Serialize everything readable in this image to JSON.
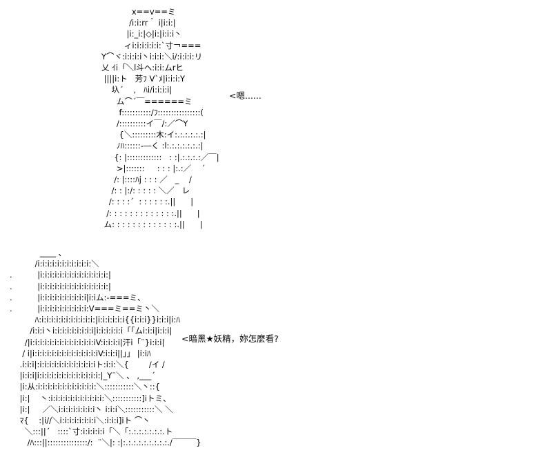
{
  "top_figure": {
    "lines": [
      "               x==v==ミ",
      "              /i:i:rr＾ i|i:i:|",
      "             |i:_i:|◇|i:|i:i:i丶",
      "            ィi:i:i:i:i:i:`寸￢===",
      "   Y⌒ヾ:i:i:i:i丶i:i:i:＼i/:i:i:i:リ",
      "   乂 ｲi「＼l斗ヘ:i:i:ムrヒ",
      "    ||||i:ト   芳ﾌ V`ﾒ|i:i:i:Y",
      "       圦´    ,   ﾊi/i:i:i:i|",
      "         ム⌒´￣======ミ",
      "          f:::::::::::/ﾌ::::::::::::::::(",
      "         /::::::::::イ￣/:／⌒Υ",
      "          {＼:::::::::木:イ:.:.:.:.:.:|",
      "         ﾉﾊ::::::-―く :l:.:.:.:.:.:.:|",
      "        {: |:::::::::::::   : :|.:.:.:.:／￣|",
      "         >|:::::::     : : : |:.:／    ´",
      "        /: |::::ﾊj : : : ／   _    /",
      "       /: : |:/: : : : : ＼／   レ",
      "      /: : : :´  : : : : : :.||      |",
      "     /: : : : : : : : : : : : :.||      |",
      "    ム: : : : : : : : : : : : :.||      |"
    ],
    "speech": "<嗯......"
  },
  "bottom_figure": {
    "lines": [
      "            ____ 、",
      "          /i:i:i:i:i:i:i:i:i:i:i:＼",
      ".          |i:i:i:i:i:i:i:i:i:i:i:i:i:i:|",
      ".          |i:i:i:i:i:i:i:i:i:i:i:i:i:i:|",
      ".          |i:i:i:i:i:i:i:i:i:i|i:iム:-===ミ、",
      ".          |i:i:i:i:i:i:i:i:i:i:V===ミ==ミ丶＼",
      "          ﾊ:i:i:i:i:i:i:i:i:i:i:i:|i:i:i:i:i:i{{i:i:i}}i:i:i|i:ﾊ",
      "        /i:i:i丶i:i:i:i:i:i:i:i:i|i:i:i:i:i:i「「ムi:i:i|i:i:i|",
      "      /|i:i:i:i:i:i:i:i:i:i:i:i:i:iV:i:i:i:i|汗i「¨}i:i:i|",
      "     / i|i:i:i:i:i:i:i:i:i:i:i:i:i:iV:i:i:i||」」 |i:iﾊ",
      "    .i:i:i|:i:i:i:i:i:i:i:i:i:i:i:iト:i:i:＼{        /イ /",
      "    |i:i:i|i:i:i:i:i:i:i:i:i:i:i:i:i:|_Y¨＼ 、 ,___´",
      "    |i:从:i:i:i:i:i:i:i:i:i:i:i:i:＼:::::::::::＼丶::{",
      "    |i:|    丶:i:i:i:i:i:i:i:i:i:i:i:＼:::::::::::]iトミ、",
      "    |i:|     ／＼i:i:i:i:i:i:i:i丶 i:i:i＼:::::::::::＼ ＼",
      "    ﾏ{    :|i//＼i:i:i:i:i:i:i:i＼:i:i:i]iト ⌒丶",
      "      ＼:::||´   ::::`寸:i:i:i:i:i「＼「:.:.:.:.:.:.:.ト",
      "       /ﾊ:::||:::::::::::::::/:  ¨＼|: :|:.:.:.:.:.:.:.:.:./￣￣￣}"
    ],
    "speech": "<暗黑★妖精，妳怎麼看?"
  }
}
